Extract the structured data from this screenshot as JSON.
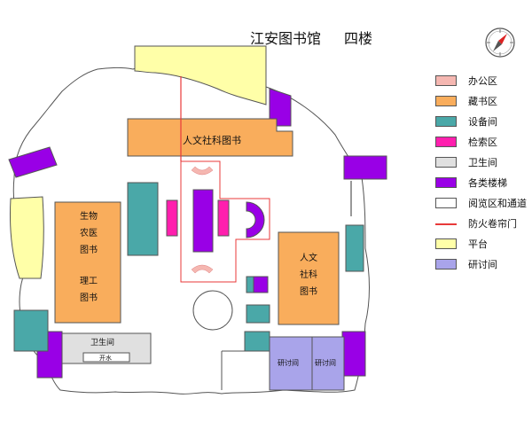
{
  "title": "江安图书馆",
  "floor": "四楼",
  "colors": {
    "office": "#f5b7b1",
    "stacks": "#f9ad5c",
    "equipment": "#4aa8a8",
    "catalog": "#ff1fae",
    "restroom": "#e0e0e0",
    "stairs": "#9900e6",
    "reading": "#ffffff",
    "firedoor": "#e83a3a",
    "platform": "#ffffa8",
    "study": "#a9a4ea",
    "wall": "#555555"
  },
  "rooms": {
    "humanities_social": "人文社科图书",
    "bio_line1": "生物",
    "bio_line2": "农医",
    "bio_line3": "图书",
    "sci_line1": "理工",
    "sci_line2": "图书",
    "hum_line1": "人文",
    "hum_line2": "社科",
    "hum_line3": "图书",
    "restroom": "卫生间",
    "water": "开水",
    "study1": "研讨间",
    "study2": "研讨间"
  },
  "legend": [
    {
      "label": "办公区",
      "color": "#f5b7b1",
      "kind": "box"
    },
    {
      "label": "藏书区",
      "color": "#f9ad5c",
      "kind": "box"
    },
    {
      "label": "设备间",
      "color": "#4aa8a8",
      "kind": "box"
    },
    {
      "label": "检索区",
      "color": "#ff1fae",
      "kind": "box"
    },
    {
      "label": "卫生间",
      "color": "#e0e0e0",
      "kind": "box"
    },
    {
      "label": "各类楼梯",
      "color": "#9900e6",
      "kind": "box"
    },
    {
      "label": "阅览区和通道",
      "color": "#ffffff",
      "kind": "box"
    },
    {
      "label": "防火卷帘门",
      "color": "#e83a3a",
      "kind": "line"
    },
    {
      "label": "平台",
      "color": "#ffffa8",
      "kind": "box"
    },
    {
      "label": "研讨间",
      "color": "#a9a4ea",
      "kind": "box"
    }
  ]
}
